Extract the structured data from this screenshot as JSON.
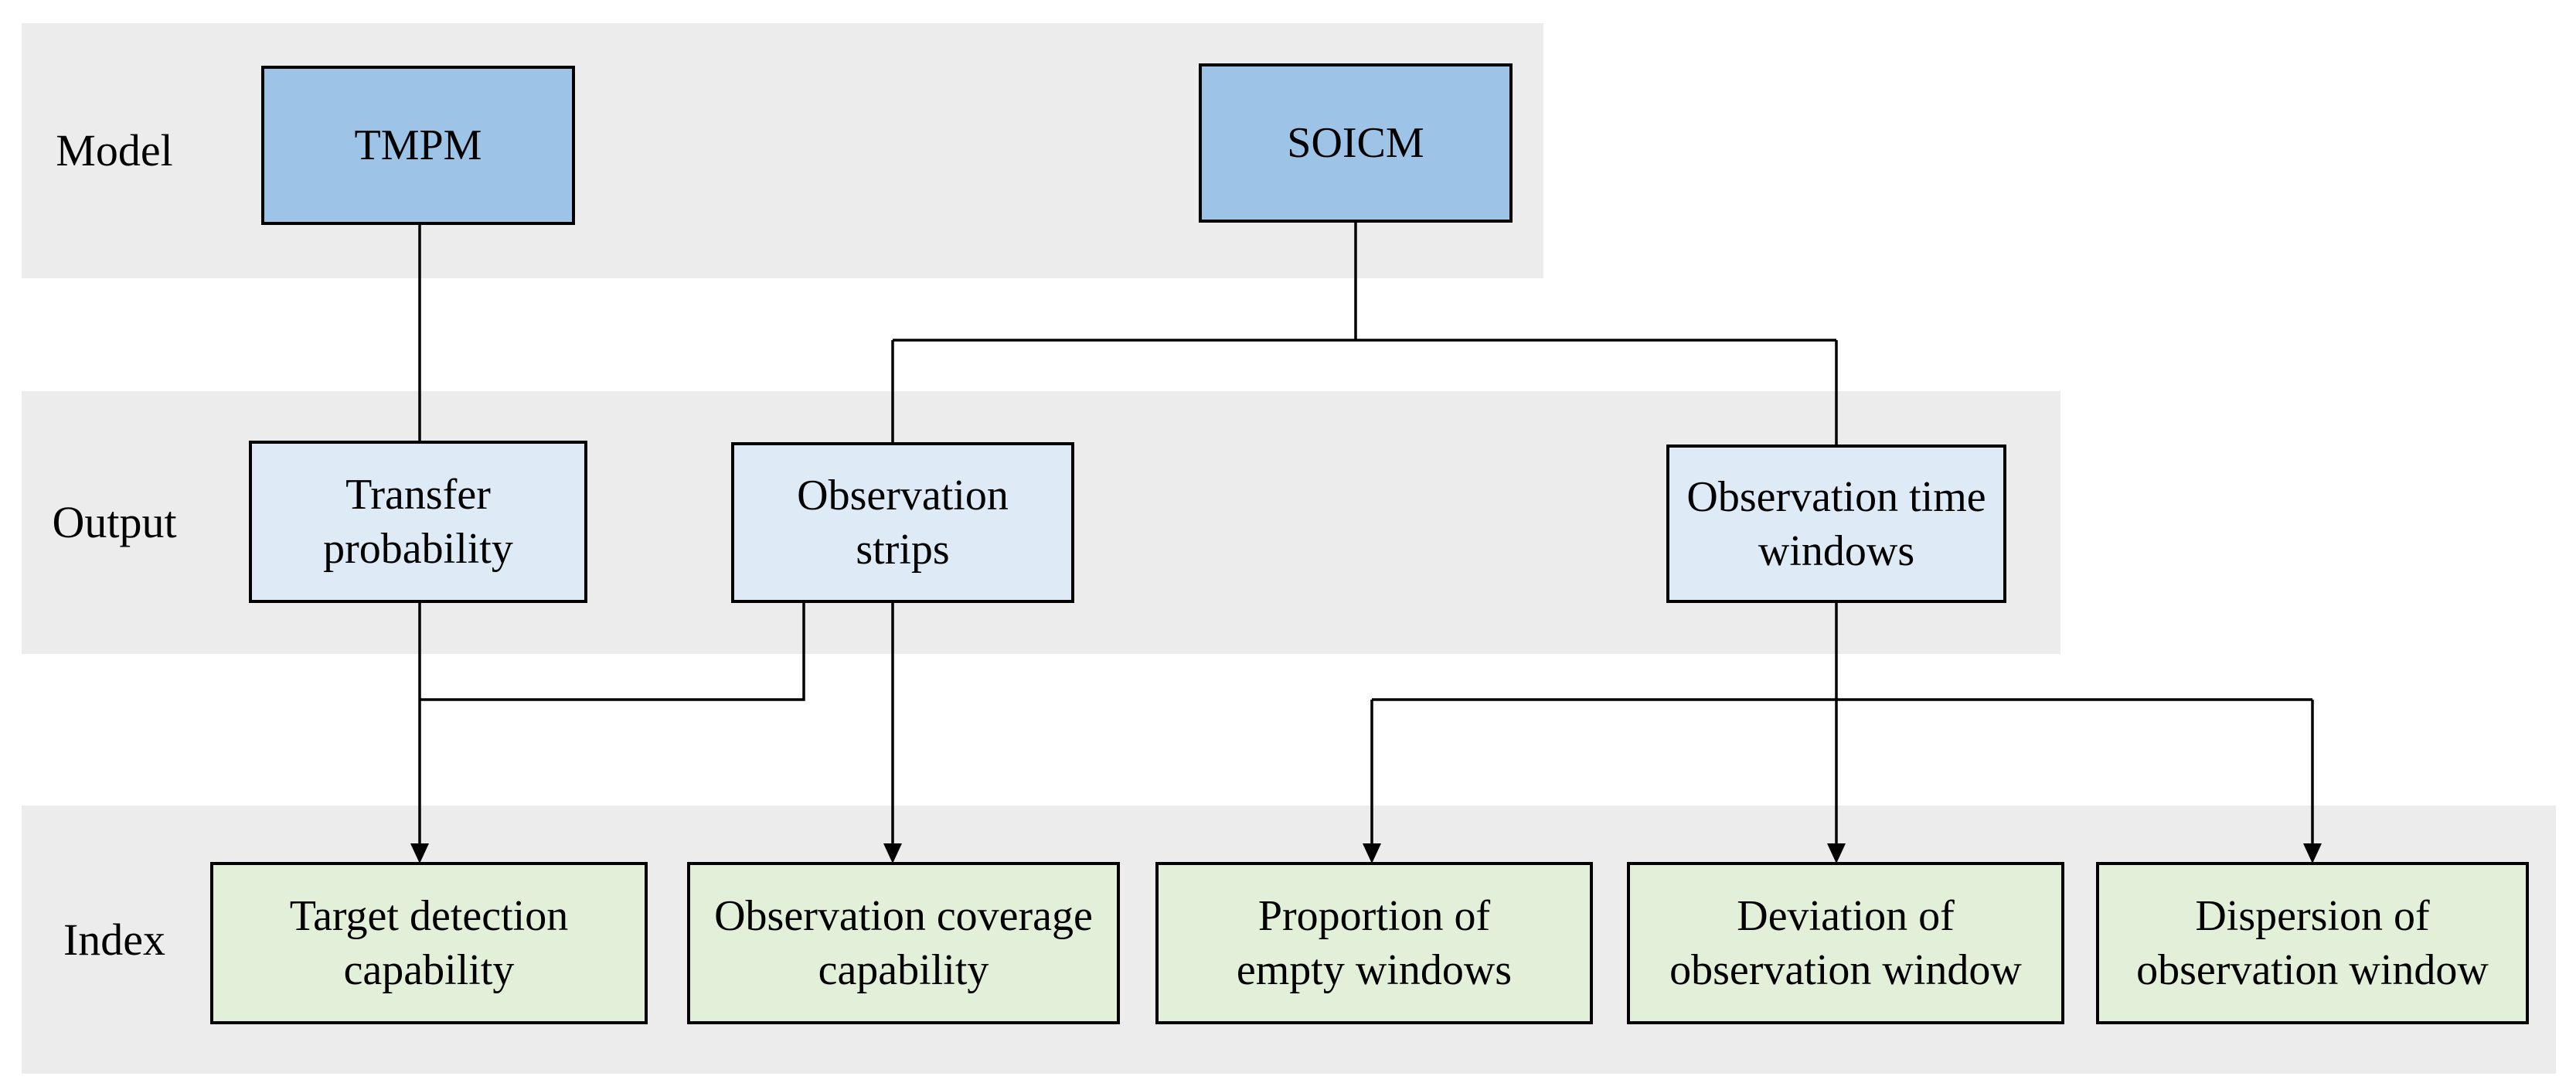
{
  "diagram": {
    "row_labels": {
      "model": "Model",
      "output": "Output",
      "index": "Index"
    },
    "nodes": {
      "tmpm": {
        "label": "TMPM",
        "type": "model"
      },
      "soicm": {
        "label": "SOICM",
        "type": "model"
      },
      "transfer_probability": {
        "label": "Transfer\nprobability",
        "type": "output"
      },
      "observation_strips": {
        "label": "Observation\nstrips",
        "type": "output"
      },
      "observation_time_windows": {
        "label": "Observation time\nwindows",
        "type": "output"
      },
      "target_detection_capability": {
        "label": "Target detection\ncapability",
        "type": "index"
      },
      "observation_coverage_capability": {
        "label": "Observation coverage\ncapability",
        "type": "index"
      },
      "proportion_of_empty_windows": {
        "label": "Proportion of\nempty windows",
        "type": "index"
      },
      "deviation_of_observation_window": {
        "label": "Deviation of\nobservation window",
        "type": "index"
      },
      "dispersion_of_observation_window": {
        "label": "Dispersion of\nobservation window",
        "type": "index"
      }
    },
    "edges": [
      {
        "from": "TMPM",
        "to": "Transfer probability",
        "arrow": false
      },
      {
        "from": "SOICM",
        "to": "Observation strips",
        "arrow": false
      },
      {
        "from": "SOICM",
        "to": "Observation time windows",
        "arrow": false
      },
      {
        "from": "Transfer probability",
        "to": "Target detection capability",
        "arrow": true
      },
      {
        "from": "Observation strips",
        "to": "Target detection capability",
        "arrow": true
      },
      {
        "from": "Observation strips",
        "to": "Observation coverage capability",
        "arrow": true
      },
      {
        "from": "Observation time windows",
        "to": "Proportion of empty windows",
        "arrow": true
      },
      {
        "from": "Observation time windows",
        "to": "Deviation of observation window",
        "arrow": true
      },
      {
        "from": "Observation time windows",
        "to": "Dispersion of observation window",
        "arrow": true
      }
    ],
    "colors": {
      "band_fill": "#ECECEC",
      "model_fill": "#9DC3E6",
      "output_fill": "#DEEBF7",
      "index_fill": "#E2EFD9",
      "line": "#000000",
      "text": "#000000",
      "background": "#FFFFFF"
    }
  }
}
